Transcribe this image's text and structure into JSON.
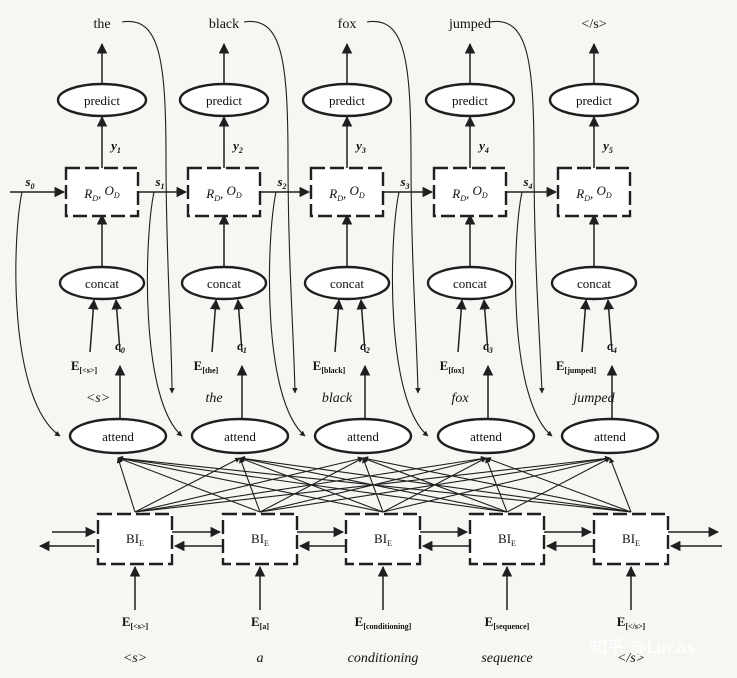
{
  "outputs": [
    "the",
    "black",
    "fox",
    "jumped",
    "</s>"
  ],
  "predict_label": "predict",
  "decoder_label_main": "R",
  "decoder_label_sub": "D",
  "decoder_label_sep": ", ",
  "decoder_label_main2": "O",
  "decoder_label_sub2": "D",
  "y_labels": [
    {
      "main": "y",
      "sub": "1"
    },
    {
      "main": "y",
      "sub": "2"
    },
    {
      "main": "y",
      "sub": "3"
    },
    {
      "main": "y",
      "sub": "4"
    },
    {
      "main": "y",
      "sub": "5"
    }
  ],
  "s_labels": [
    {
      "main": "s",
      "sub": "0"
    },
    {
      "main": "s",
      "sub": "1"
    },
    {
      "main": "s",
      "sub": "2"
    },
    {
      "main": "s",
      "sub": "3"
    },
    {
      "main": "s",
      "sub": "4"
    }
  ],
  "concat_label": "concat",
  "e_prev": [
    {
      "main": "E",
      "sub": "[<s>]"
    },
    {
      "main": "E",
      "sub": "[the]"
    },
    {
      "main": "E",
      "sub": "[black]"
    },
    {
      "main": "E",
      "sub": "[fox]"
    },
    {
      "main": "E",
      "sub": "[jumped]"
    }
  ],
  "c_labels": [
    {
      "main": "c",
      "sub": "0"
    },
    {
      "main": "c",
      "sub": "1"
    },
    {
      "main": "c",
      "sub": "2"
    },
    {
      "main": "c",
      "sub": "3"
    },
    {
      "main": "c",
      "sub": "4"
    }
  ],
  "prev_words": [
    "<s>",
    "the",
    "black",
    "fox",
    "jumped"
  ],
  "attend_label": "attend",
  "encoder_label_main": "BI",
  "encoder_label_sub": "E",
  "e_in": [
    {
      "main": "E",
      "sub": "[<s>]"
    },
    {
      "main": "E",
      "sub": "[a]"
    },
    {
      "main": "E",
      "sub": "[conditioning]"
    },
    {
      "main": "E",
      "sub": "[sequence]"
    },
    {
      "main": "E",
      "sub": "[</s>]"
    }
  ],
  "input_words": [
    "<s>",
    "a",
    "conditioning",
    "sequence",
    "</s>"
  ],
  "watermark": "知乎 @Lucas"
}
